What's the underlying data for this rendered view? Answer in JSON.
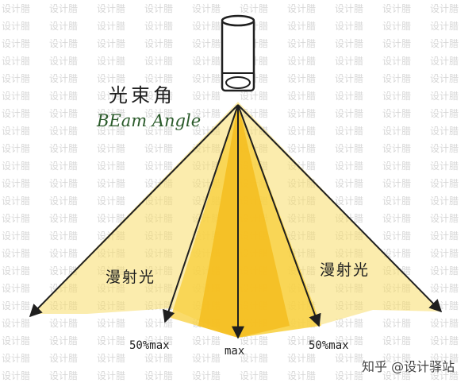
{
  "diagram": {
    "title_zh": "光束角",
    "title_en": "BEam Angle",
    "diffuse_label_left": "漫射光",
    "diffuse_label_right": "漫射光",
    "ray_label_left": "50%max",
    "ray_label_center": "max",
    "ray_label_right": "50%max",
    "watermark_text": "设计腊",
    "credit": "知乎 @设计驿站"
  },
  "colors": {
    "beam_core": "#f5bd1f",
    "beam_mid": "#f8cf3a",
    "beam_diffuse": "#f7dd6a",
    "ink": "#1f1f1f"
  }
}
